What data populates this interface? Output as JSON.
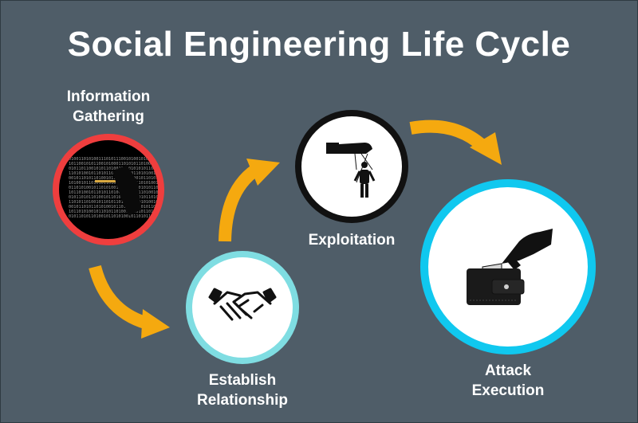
{
  "title": "Social Engineering Life Cycle",
  "colors": {
    "background": "#4f5d68",
    "arrow": "#f5a90f",
    "stage1_ring": "#ef3e3e",
    "stage2_ring": "#7fdde2",
    "stage3_ring": "#111111",
    "stage4_ring": "#10c8ef"
  },
  "stages": [
    {
      "line1": "Information",
      "line2": "Gathering",
      "icon": "binary-code-hand-icon"
    },
    {
      "line1": "Establish",
      "line2": "Relationship",
      "icon": "handshake-icon"
    },
    {
      "line1": "Exploitation",
      "line2": "",
      "icon": "puppet-master-icon"
    },
    {
      "line1": "Attack",
      "line2": "Execution",
      "icon": "wallet-theft-icon"
    }
  ]
}
